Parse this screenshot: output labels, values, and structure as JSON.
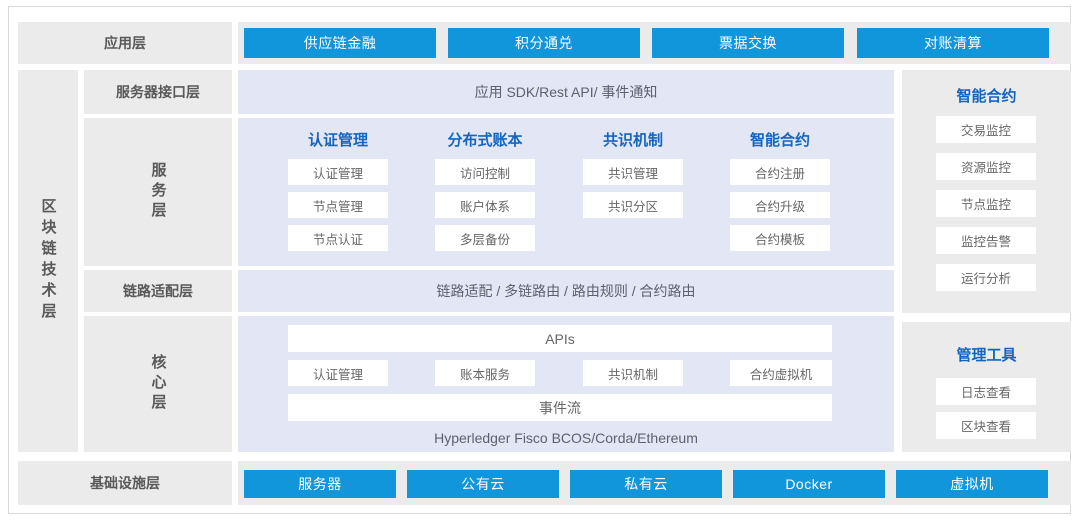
{
  "diagram": {
    "title_vertical": "区块链技术层",
    "colors": {
      "accent_blue": "#1296db",
      "header_blue": "#1565c0",
      "gray_panel": "#ebebeb",
      "lavender_panel": "#e3e6f4",
      "chip_white": "#ffffff",
      "text_gray": "#595959"
    }
  },
  "application_layer": {
    "label": "应用层",
    "items": [
      {
        "label": "供应链金融"
      },
      {
        "label": "积分通兑"
      },
      {
        "label": "票据交换"
      },
      {
        "label": "对账清算"
      }
    ]
  },
  "server_interface_layer": {
    "label": "服务器接口层",
    "content": "应用 SDK/Rest API/ 事件通知"
  },
  "service_layer": {
    "label": "服务层",
    "columns": [
      {
        "head": "认证管理",
        "items": [
          "认证管理",
          "节点管理",
          "节点认证"
        ]
      },
      {
        "head": "分布式账本",
        "items": [
          "访问控制",
          "账户体系",
          "多层备份"
        ]
      },
      {
        "head": "共识机制",
        "items": [
          "共识管理",
          "共识分区"
        ]
      },
      {
        "head": "智能合约",
        "items": [
          "合约注册",
          "合约升级",
          "合约模板"
        ]
      }
    ]
  },
  "link_adaptation_layer": {
    "label": "链路适配层",
    "content": "链路适配 / 多链路由 / 路由规则 / 合约路由"
  },
  "core_layer": {
    "label": "核心层",
    "apis_bar": "APIs",
    "modules": [
      "认证管理",
      "账本服务",
      "共识机制",
      "合约虚拟机"
    ],
    "event_bar": "事件流",
    "platform_text": "Hyperledger Fisco BCOS/Corda/Ethereum"
  },
  "infrastructure_layer": {
    "label": "基础设施层",
    "items": [
      {
        "label": "服务器"
      },
      {
        "label": "公有云"
      },
      {
        "label": "私有云"
      },
      {
        "label": "Docker"
      },
      {
        "label": "虚拟机"
      }
    ]
  },
  "smart_contract_panel": {
    "title": "智能合约",
    "items": [
      "交易监控",
      "资源监控",
      "节点监控",
      "监控告警",
      "运行分析"
    ]
  },
  "management_tools_panel": {
    "title": "管理工具",
    "items": [
      "日志查看",
      "区块查看"
    ]
  }
}
